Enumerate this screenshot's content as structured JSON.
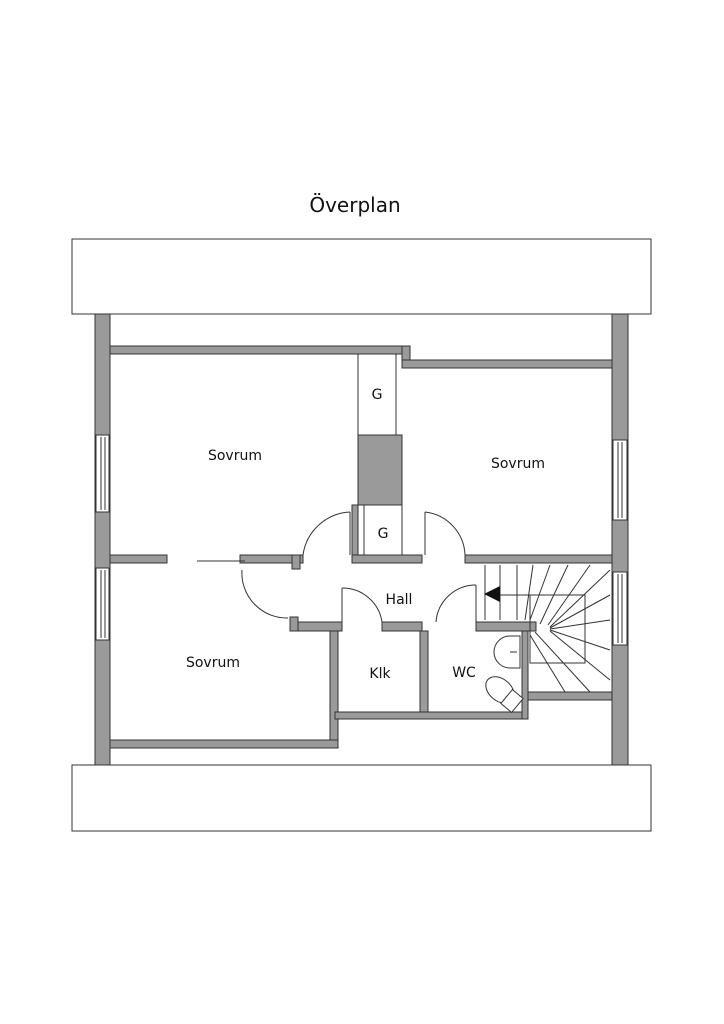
{
  "title": "Överplan",
  "rooms": {
    "bedroom_top_left": "Sovrum",
    "bedroom_right": "Sovrum",
    "bedroom_bottom_left": "Sovrum",
    "wardrobe_1": "G",
    "wardrobe_2": "G",
    "hall": "Hall",
    "closet": "Klk",
    "wc": "WC"
  },
  "colors": {
    "wall": "#9a9a9a",
    "line": "#333333"
  }
}
